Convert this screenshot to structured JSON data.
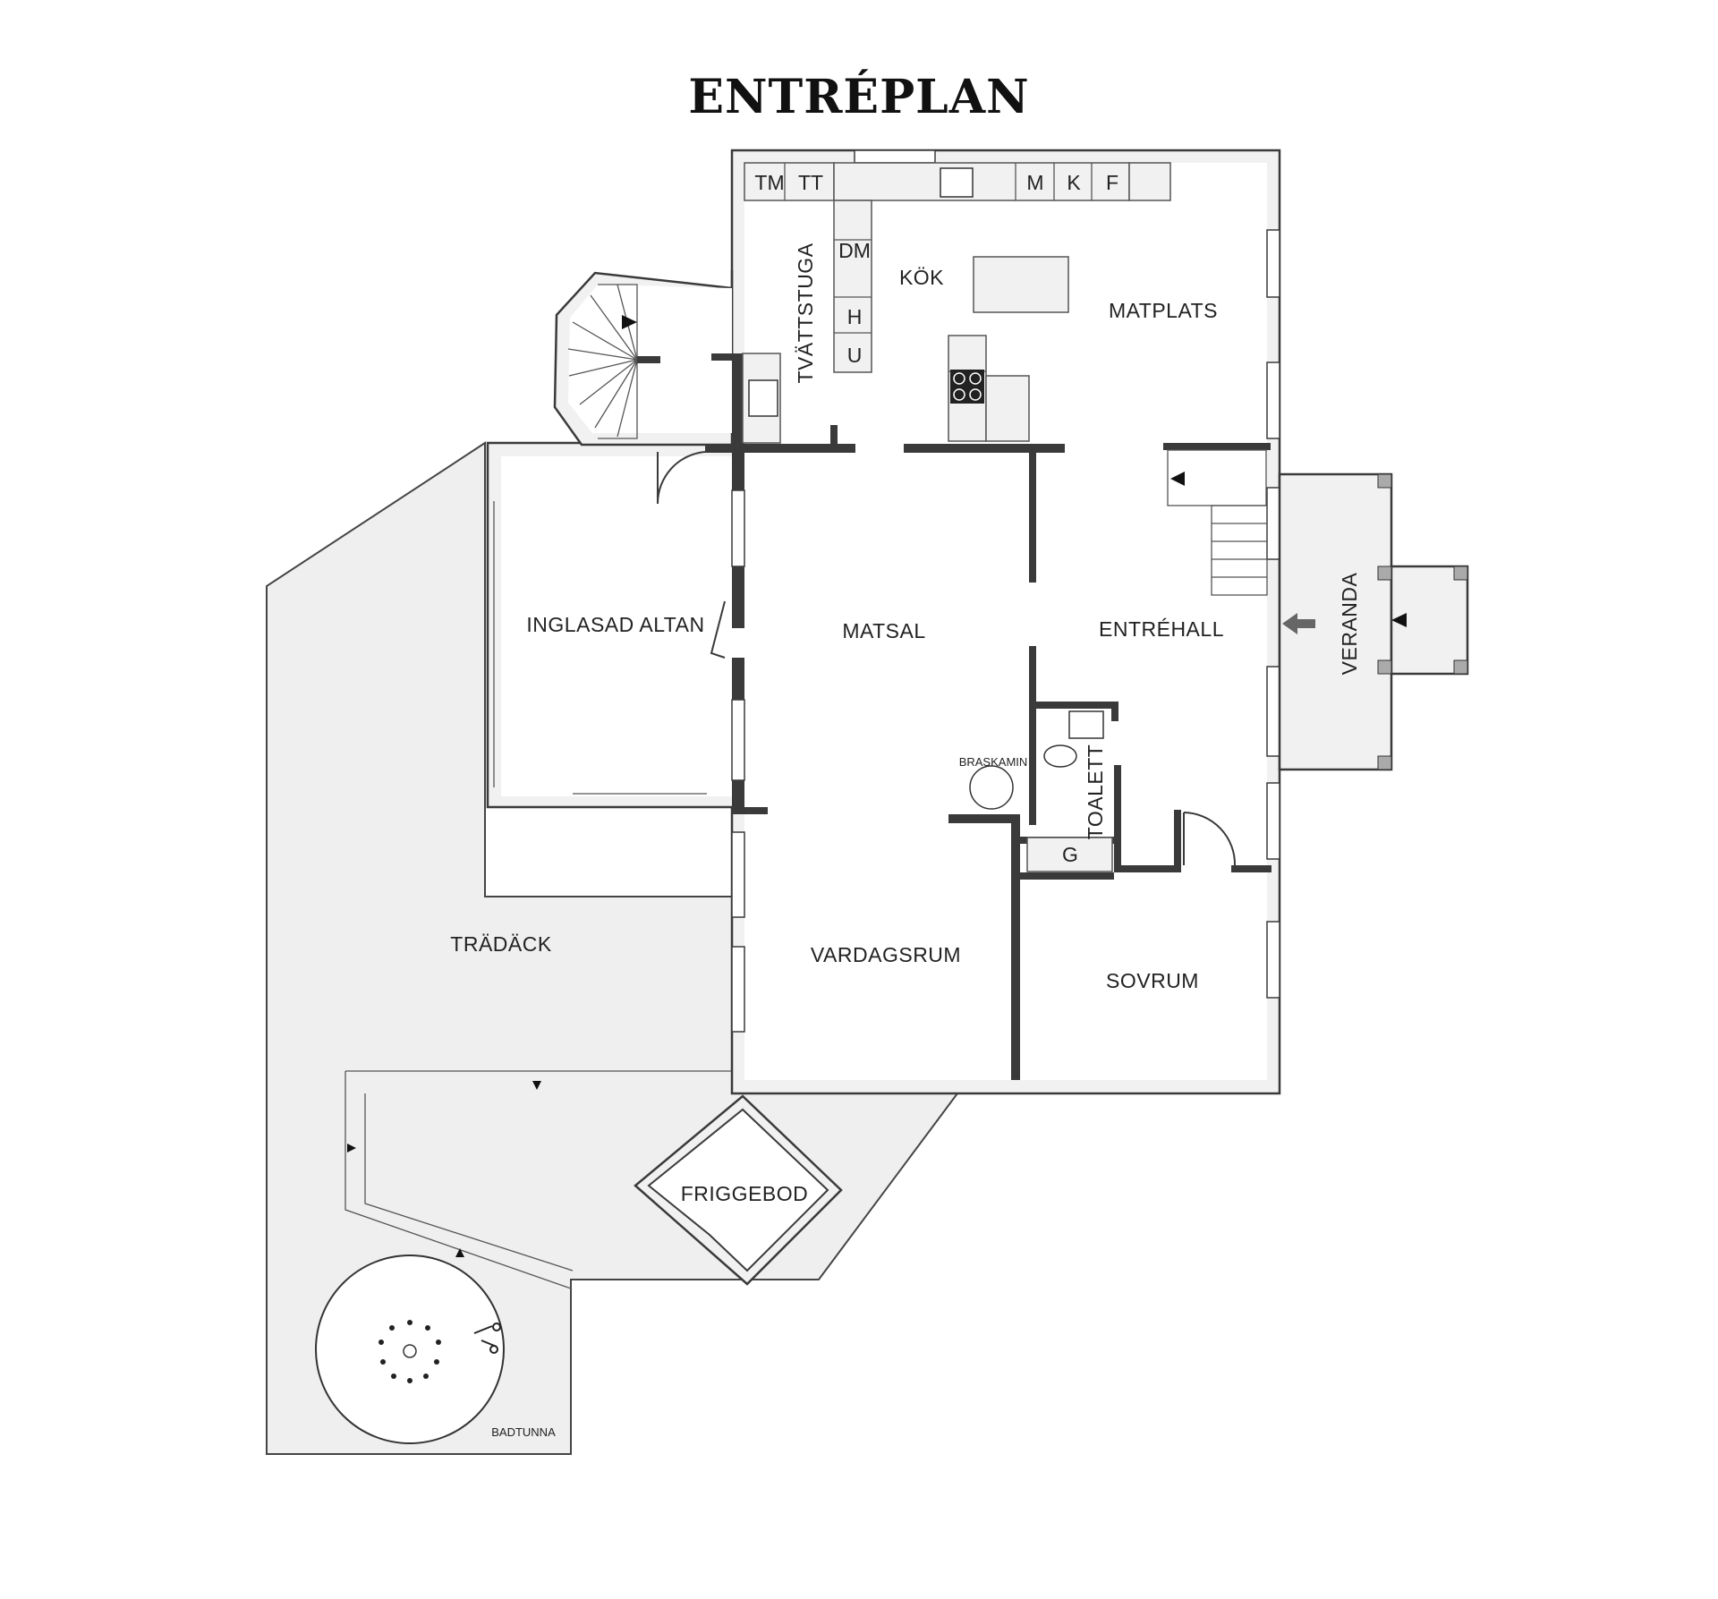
{
  "title": "ENTRÉPLAN",
  "rooms": {
    "tvattstuga": "TVÄTTSTUGA",
    "kok": "KÖK",
    "matplats": "MATPLATS",
    "inglasad_altan": "INGLASAD ALTAN",
    "matsal": "MATSAL",
    "entrehall": "ENTRÉHALL",
    "veranda": "VERANDA",
    "toalett": "TOALETT",
    "tradack": "TRÄDÄCK",
    "vardagsrum": "VARDAGSRUM",
    "sovrum": "SOVRUM",
    "friggebod": "FRIGGEBOD",
    "badtunna": "BADTUNNA",
    "braskamin": "BRASKAMIN"
  },
  "fixtures": {
    "tm": "TM",
    "tt": "TT",
    "m": "M",
    "k": "K",
    "f": "F",
    "dm": "DM",
    "h": "H",
    "u": "U",
    "g": "G"
  },
  "colors": {
    "wall": "#3a3a3a",
    "floor_fill": "#f1f1f1",
    "background": "#ffffff"
  }
}
